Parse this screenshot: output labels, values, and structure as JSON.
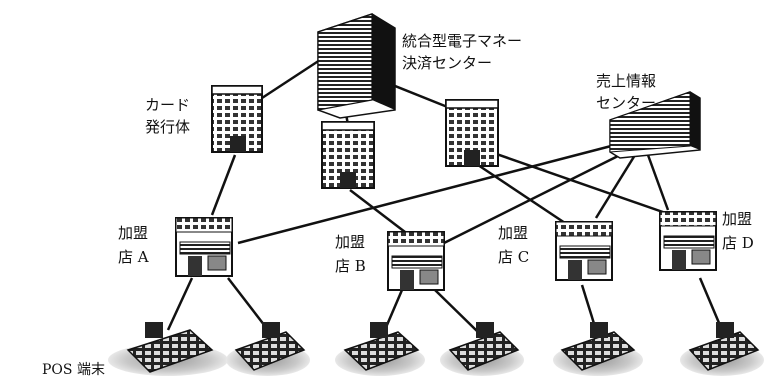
{
  "labels": {
    "central_line1": "統合型電子マネー",
    "central_line2": "決済センター",
    "sales_line1": "売上情報",
    "sales_line2": "センター",
    "issuer_line1": "カード",
    "issuer_line2": "発行体",
    "store_a_line1": "加盟",
    "store_a_line2": "店 A",
    "store_b_line1": "加盟",
    "store_b_line2": "店 B",
    "store_c_line1": "加盟",
    "store_c_line2": "店 C",
    "store_d_line1": "加盟",
    "store_d_line2": "店 D",
    "pos": "POS 端末"
  }
}
